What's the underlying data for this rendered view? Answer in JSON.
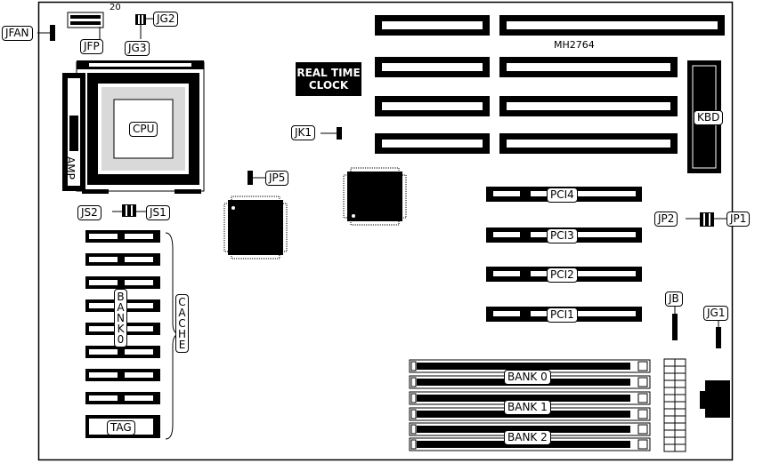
{
  "board": {
    "model": "MH2764",
    "rtc_lines": [
      "REAL TIME",
      "CLOCK"
    ],
    "cpu_label": "CPU",
    "socket_brand": "AMP",
    "fp_pin_number": "20",
    "keyboard_label": "KBD",
    "jumpers": {
      "jfan": "JFAN",
      "jfp": "JFP",
      "jg3": "JG3",
      "jg2": "JG2",
      "jk1": "JK1",
      "jp5": "JP5",
      "js2": "JS2",
      "js1": "JS1",
      "jp2": "JP2",
      "jp1": "JP1",
      "jb": "JB",
      "jg1": "JG1"
    },
    "pci_slots": [
      "PCI4",
      "PCI3",
      "PCI2",
      "PCI1"
    ],
    "simm_banks": [
      "BANK 0",
      "BANK 1",
      "BANK 2"
    ],
    "cache_label": "CACHE",
    "cache_bank_label": "BANK0",
    "tag_label": "TAG"
  }
}
